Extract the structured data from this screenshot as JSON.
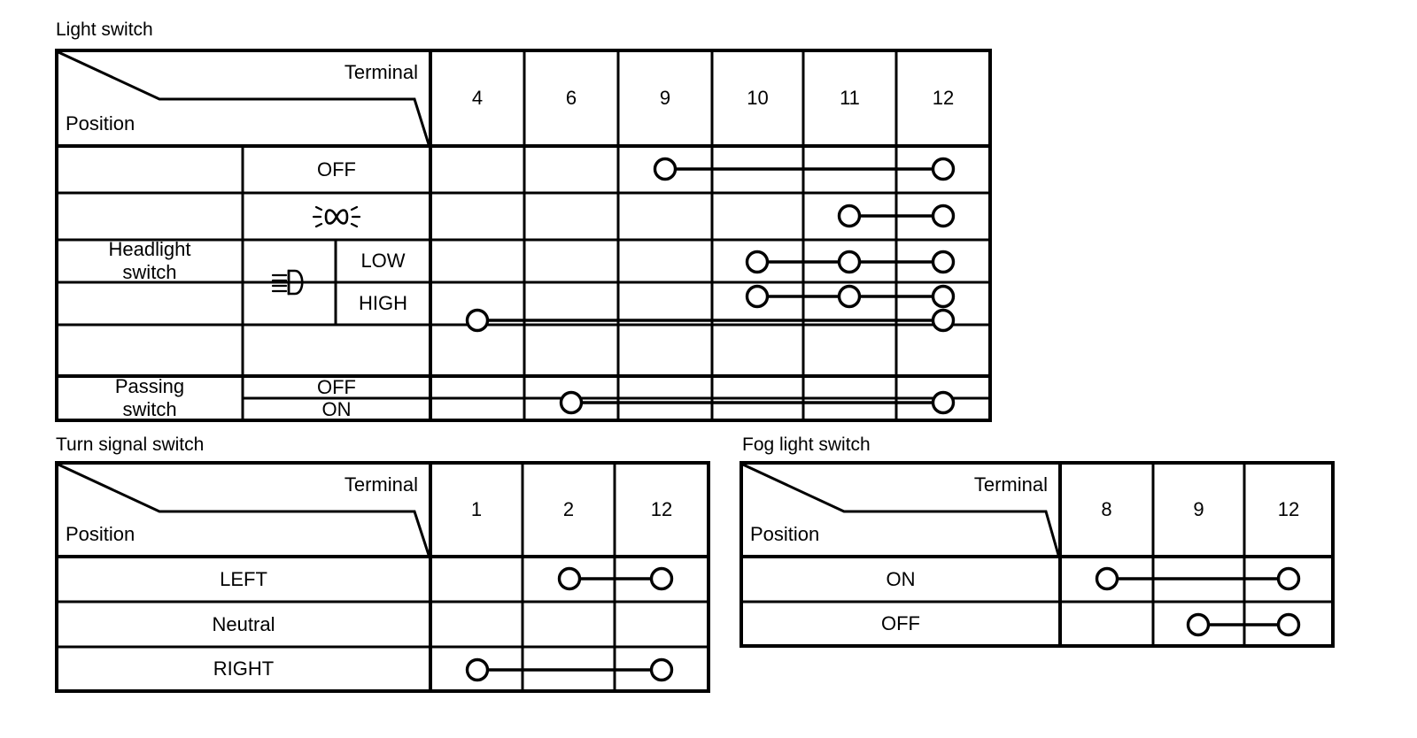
{
  "tables": [
    {
      "id": "light-switch",
      "caption": "Light switch",
      "header": {
        "terminal_label": "Terminal",
        "position_label": "Position"
      },
      "terminals": [
        "4",
        "6",
        "9",
        "10",
        "11",
        "12"
      ],
      "groups": [
        {
          "label": "Headlight\nswitch",
          "rows": [
            "OFF",
            "position-lamp-icon",
            "LOW",
            "HIGH"
          ]
        },
        {
          "label": "Passing\nswitch",
          "rows": [
            "OFF",
            "ON"
          ]
        }
      ],
      "beam_icon": "low-beam-headlight-icon",
      "rows": [
        {
          "group": "Headlight switch",
          "position": "OFF",
          "connections": [
            [
              "9",
              "12"
            ]
          ]
        },
        {
          "group": "Headlight switch",
          "position": "position-lamp-icon",
          "connections": [
            [
              "11",
              "12"
            ]
          ]
        },
        {
          "group": "Headlight switch",
          "position": "LOW",
          "connections": [
            [
              "10",
              "11",
              "12"
            ]
          ]
        },
        {
          "group": "Headlight switch",
          "position": "HIGH",
          "connections": [
            [
              "10",
              "11",
              "12"
            ],
            [
              "4",
              "12"
            ]
          ]
        },
        {
          "group": "Passing switch",
          "position": "OFF",
          "connections": []
        },
        {
          "group": "Passing switch",
          "position": "ON",
          "connections": [
            [
              "6",
              "12"
            ]
          ]
        }
      ]
    },
    {
      "id": "turn-signal-switch",
      "caption": "Turn signal switch",
      "header": {
        "terminal_label": "Terminal",
        "position_label": "Position"
      },
      "terminals": [
        "1",
        "2",
        "12"
      ],
      "rows": [
        {
          "position": "LEFT",
          "connections": [
            [
              "2",
              "12"
            ]
          ]
        },
        {
          "position": "Neutral",
          "connections": []
        },
        {
          "position": "RIGHT",
          "connections": [
            [
              "1",
              "12"
            ]
          ]
        }
      ]
    },
    {
      "id": "fog-light-switch",
      "caption": "Fog light switch",
      "header": {
        "terminal_label": "Terminal",
        "position_label": "Position"
      },
      "terminals": [
        "8",
        "9",
        "12"
      ],
      "rows": [
        {
          "position": "ON",
          "connections": [
            [
              "8",
              "12"
            ]
          ]
        },
        {
          "position": "OFF",
          "connections": [
            [
              "9",
              "12"
            ]
          ]
        }
      ]
    }
  ],
  "colors": {
    "line": "#000000",
    "background": "#ffffff"
  }
}
